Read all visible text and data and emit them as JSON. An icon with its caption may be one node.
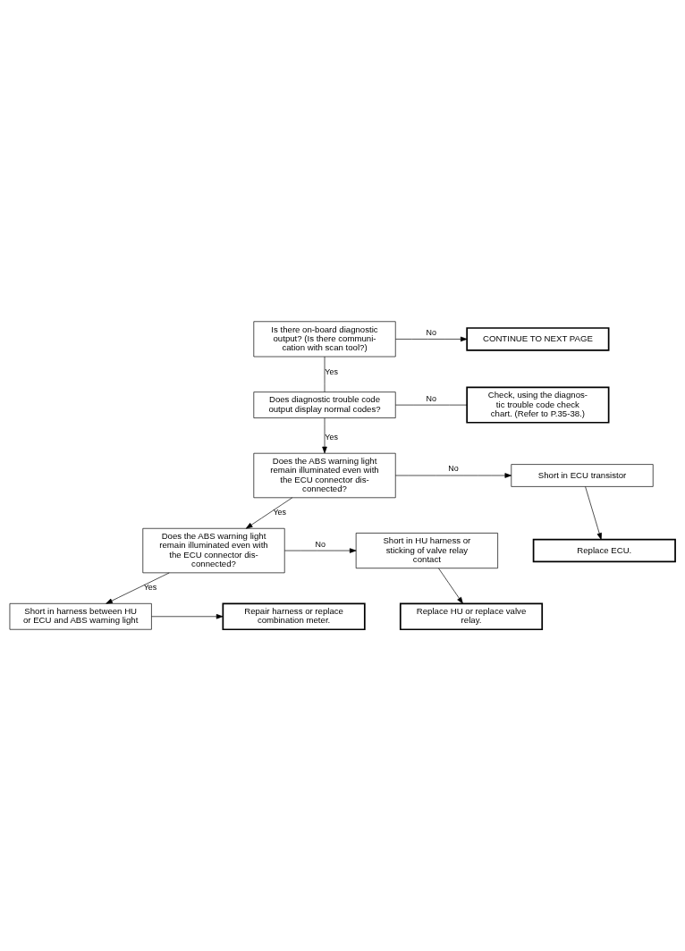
{
  "diagram": {
    "nodes": [
      {
        "text": [
          "Is there on-board diagnostic output? (Is there communi- cation with scan tool?)"
        ]
      },
      {
        "text": [
          "CONTINUE TO NEXT PAGE"
        ]
      },
      {
        "text": [
          "Does diagnostic trouble code output display normal codes?"
        ]
      },
      {
        "text": [
          "Check, using the diagnos- tic trouble code check chart. (Refer to P.35-38.)"
        ]
      },
      {
        "text": [
          "Does the ABS warning light remain illuminated even with the ECU connector dis- connected?"
        ]
      },
      {
        "text": [
          "Short in ECU transistor"
        ]
      },
      {
        "text": [
          "Replace ECU."
        ]
      },
      {
        "text": [
          "Does the ABS warning light remain illuminated even with the ECU connector dis- connected?"
        ]
      },
      {
        "text": [
          "Short in HU harness or sticking of valve relay contact"
        ]
      },
      {
        "text": [
          "Replace HU or replace valve relay."
        ]
      },
      {
        "text": [
          "Short in harness between HU or ECU and ABS warning light"
        ]
      },
      {
        "text": [
          "Repair harness or replace combination meter."
        ]
      }
    ],
    "edges": [
      {
        "from": 0,
        "to": 1,
        "label": "No",
        "arrow": "to"
      },
      {
        "from": 0,
        "to": 2,
        "label": "Yes",
        "arrow": "none"
      },
      {
        "from": 2,
        "to": 3,
        "label": "No",
        "arrow": "none"
      },
      {
        "from": 2,
        "to": 4,
        "label": "Yes",
        "arrow": "to"
      },
      {
        "from": 4,
        "to": 5,
        "label": "No",
        "arrow": "to"
      },
      {
        "from": 4,
        "to": 7,
        "label": "Yes",
        "arrow": "to"
      },
      {
        "from": 5,
        "to": 6,
        "arrow": "to"
      },
      {
        "from": 7,
        "to": 8,
        "label": "No",
        "arrow": "to"
      },
      {
        "from": 7,
        "to": 10,
        "label": "Yes",
        "arrow": "to"
      },
      {
        "from": 8,
        "to": 9,
        "arrow": "to"
      },
      {
        "from": 10,
        "to": 11,
        "arrow": "to"
      }
    ]
  }
}
